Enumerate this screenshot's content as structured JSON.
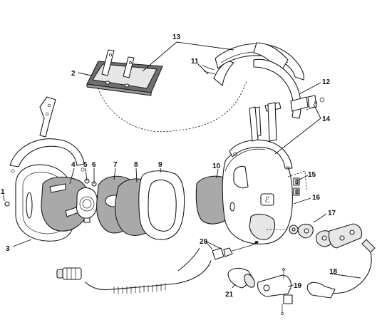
{
  "colors": {
    "outline": "#1a1a1a",
    "foam": "#a9a9a9",
    "shell": "#ffffff",
    "label": "#111111"
  },
  "labels": {
    "l1": "1",
    "l2": "2",
    "l3": "3",
    "l4": "4",
    "l5": "5",
    "l6": "6",
    "l7": "7",
    "l8": "8",
    "l9": "9",
    "l10": "10",
    "l11": "11",
    "l12": "12",
    "l13": "13",
    "l14": "14",
    "l15": "15",
    "l16": "16",
    "l17": "17",
    "l18": "18",
    "l19": "19",
    "l20": "20",
    "l21": "21"
  }
}
